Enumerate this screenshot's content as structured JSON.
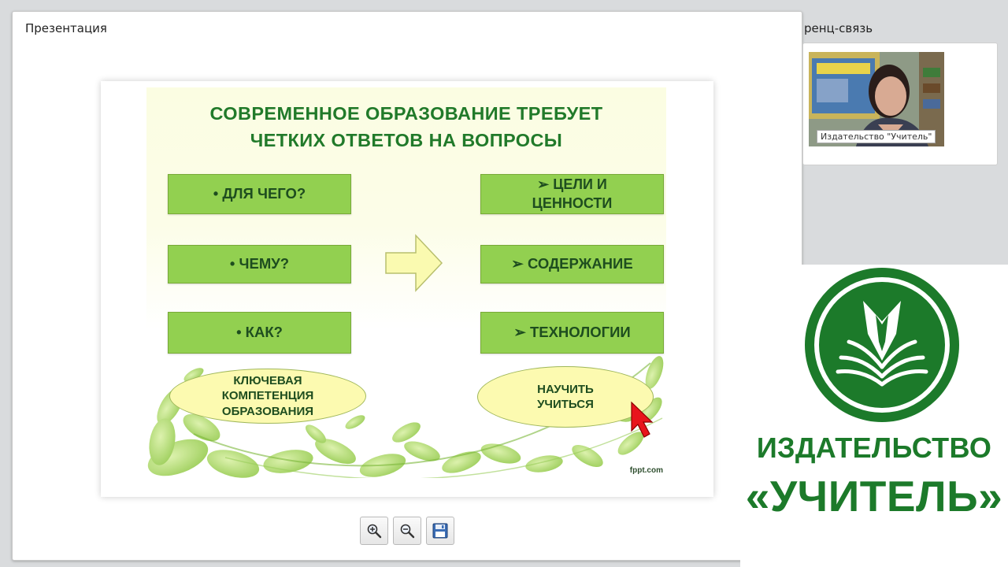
{
  "presentation": {
    "panel_title": "Презентация",
    "slide": {
      "heading_line1": "СОВРЕМЕННОЕ ОБРАЗОВАНИЕ ТРЕБУЕТ",
      "heading_line2": "ЧЕТКИХ ОТВЕТОВ НА ВОПРОСЫ",
      "questions": [
        "•  ДЛЯ ЧЕГО?",
        "•  ЧЕМУ?",
        "•  КАК?"
      ],
      "answers": {
        "goals_line1": "➢ ЦЕЛИ И",
        "goals_line2": "ЦЕННОСТИ",
        "content": "➢ СОДЕРЖАНИЕ",
        "technologies": "➢  ТЕХНОЛОГИИ"
      },
      "left_oval": {
        "line1": "КЛЮЧЕВАЯ",
        "line2": "КОМПЕТЕНЦИЯ",
        "line3": "ОБРАЗОВАНИЯ"
      },
      "right_oval": {
        "line1": "НАУЧИТЬ",
        "line2": "УЧИТЬСЯ"
      },
      "watermark": "fppt.com"
    },
    "toolbar": {
      "zoom_in": "zoom-in-icon",
      "zoom_out": "zoom-out-icon",
      "save": "save-icon"
    }
  },
  "video": {
    "panel_title": "ренц-связь",
    "caption": "Издательство \"Учитель\""
  },
  "publisher": {
    "line1": "ИЗДАТЕЛЬСТВО",
    "line2": "«УЧИТЕЛЬ»"
  },
  "colors": {
    "box_green": "#92d050",
    "heading_green": "#217a2a",
    "logo_green": "#1c7a2a",
    "oval_yellow": "#fcfab0",
    "arrow_yellow": "#fafab0",
    "cursor_red": "#e8141c"
  }
}
